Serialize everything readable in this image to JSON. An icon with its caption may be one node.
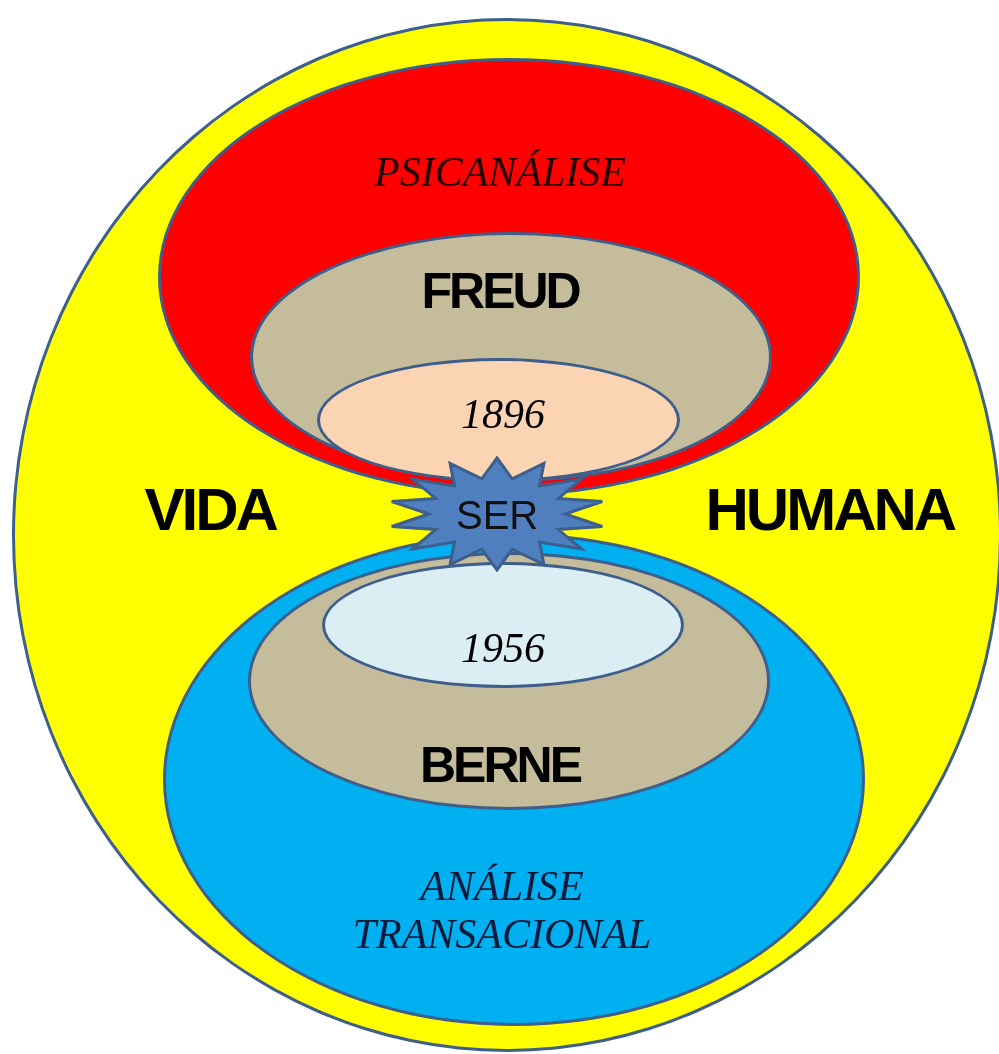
{
  "diagram": {
    "nodes": [
      {
        "text": [
          "VIDA",
          "HUMANA"
        ]
      },
      {
        "text": [
          "PSICANÁLISE"
        ],
        "in": 0
      },
      {
        "text": [
          "FREUD"
        ],
        "in": 1
      },
      {
        "text": [
          "1896"
        ],
        "in": 2
      },
      {
        "text": [
          "SER"
        ],
        "in": 0
      },
      {
        "text": [
          "ANÁLISE TRANSACIONAL"
        ],
        "in": 0
      },
      {
        "text": [
          "BERNE"
        ],
        "in": 5
      },
      {
        "text": [
          "1956"
        ],
        "in": 6
      }
    ]
  }
}
